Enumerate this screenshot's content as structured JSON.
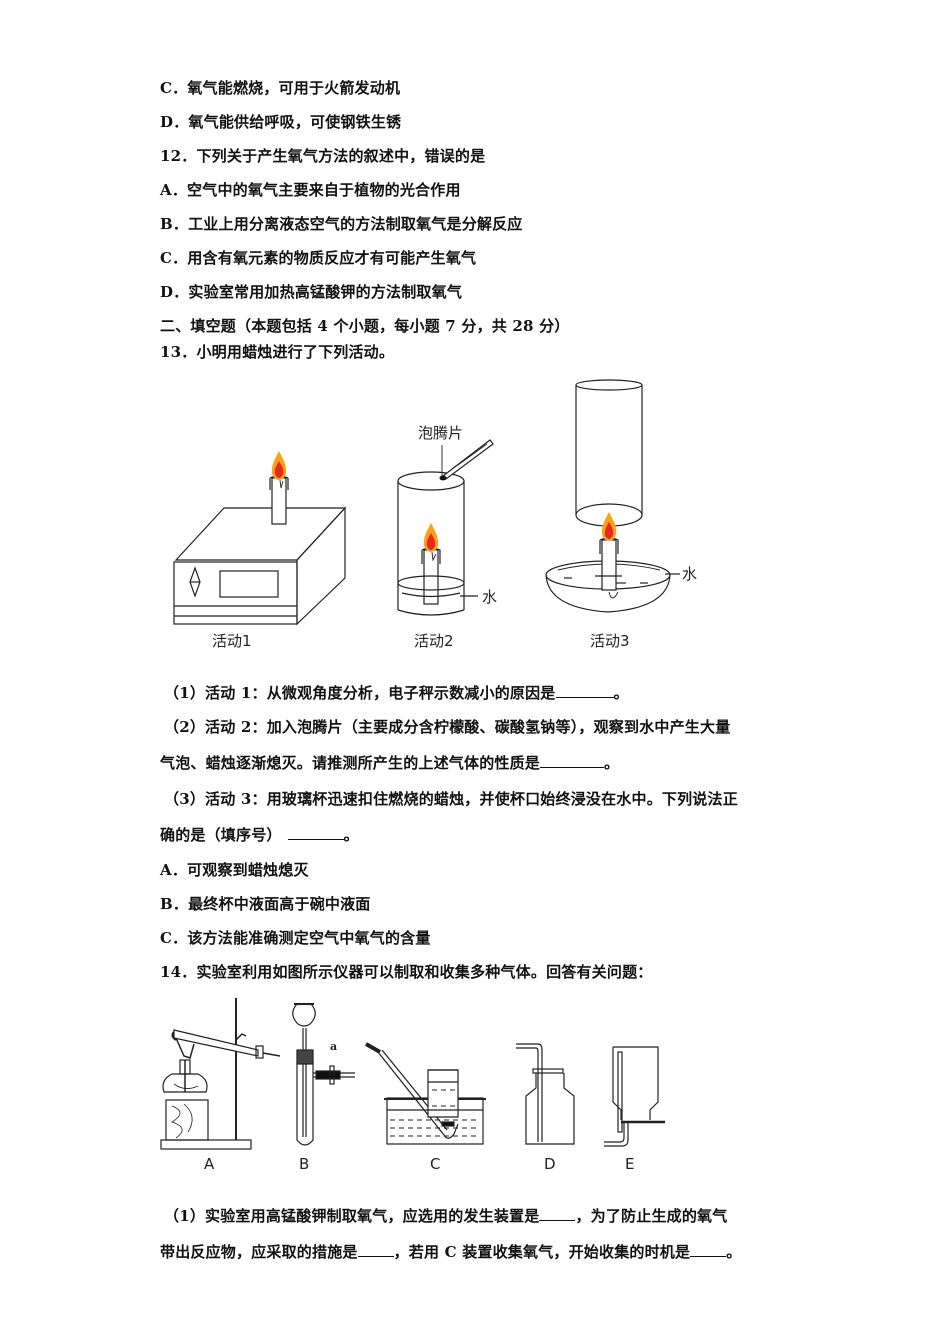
{
  "q11_options_tail": {
    "C": {
      "letter": "C．",
      "text": "氧气能燃烧，可用于火箭发动机"
    },
    "D": {
      "letter": "D．",
      "text": "氧气能供给呼吸，可使钢铁生锈"
    }
  },
  "q12": {
    "stem": "12．下列关于产生氧气方法的叙述中，错误的是",
    "options": [
      {
        "letter": "A．",
        "text": "空气中的氧气主要来自于植物的光合作用"
      },
      {
        "letter": "B．",
        "text": "工业上用分离液态空气的方法制取氧气是分解反应"
      },
      {
        "letter": "C．",
        "text": "用含有氧元素的物质反应才有可能产生氧气"
      },
      {
        "letter": "D．",
        "text": "实验室常用加热高锰酸钾的方法制取氧气"
      }
    ]
  },
  "section2": {
    "heading": "二、填空题（本题包括 4 个小题，每小题 7 分，共 28 分）"
  },
  "q13": {
    "stem": "13．小明用蜡烛进行了下列活动。",
    "figure": {
      "captions": [
        "活动1",
        "活动2",
        "活动3"
      ],
      "label_tablet": "泡腾片",
      "label_water_2": "水",
      "label_water_3": "水"
    },
    "sub1": {
      "prefix": "（1）活动 1：从微观角度分析，电子秤示数减小的原因是",
      "suffix": "。"
    },
    "sub2_line1": "（2）活动 2：加入泡腾片（主要成分含柠檬酸、碳酸氢钠等），观察到水中产生大量",
    "sub2_line2": {
      "prefix": "气泡、蜡烛逐渐熄灭。请推测所产生的上述气体的性质是",
      "suffix": "。"
    },
    "sub3_line1": "（3）活动 3：用玻璃杯迅速扣住燃烧的蜡烛，并使杯口始终浸没在水中。下列说法正",
    "sub3_line2": {
      "prefix": "确的是（填序号）",
      "suffix": "。"
    },
    "options": [
      {
        "letter": "A．",
        "text": "可观察到蜡烛熄灭"
      },
      {
        "letter": "B．",
        "text": "最终杯中液面高于碗中液面"
      },
      {
        "letter": "C．",
        "text": "该方法能准确测定空气中氧气的含量"
      }
    ]
  },
  "q14": {
    "stem": "14．实验室利用如图所示仪器可以制取和收集多种气体。回答有关问题：",
    "figure": {
      "captions": [
        "A",
        "B",
        "C",
        "D",
        "E"
      ],
      "label_a": "a"
    },
    "sub1_line1": {
      "prefix": "（1）实验室用高锰酸钾制取氧气，应选用的发生装置是",
      "suffix": "，为了防止生成的氧气"
    },
    "sub1_line2": {
      "prefix": "带出反应物，应采取的措施是",
      "mid1": "，若用 C 装置收集氧气，开始收集的时机是",
      "suffix": "。"
    }
  },
  "colors": {
    "text": "#111111",
    "flame_outer": "#f7a21b",
    "flame_inner": "#e8281c"
  }
}
